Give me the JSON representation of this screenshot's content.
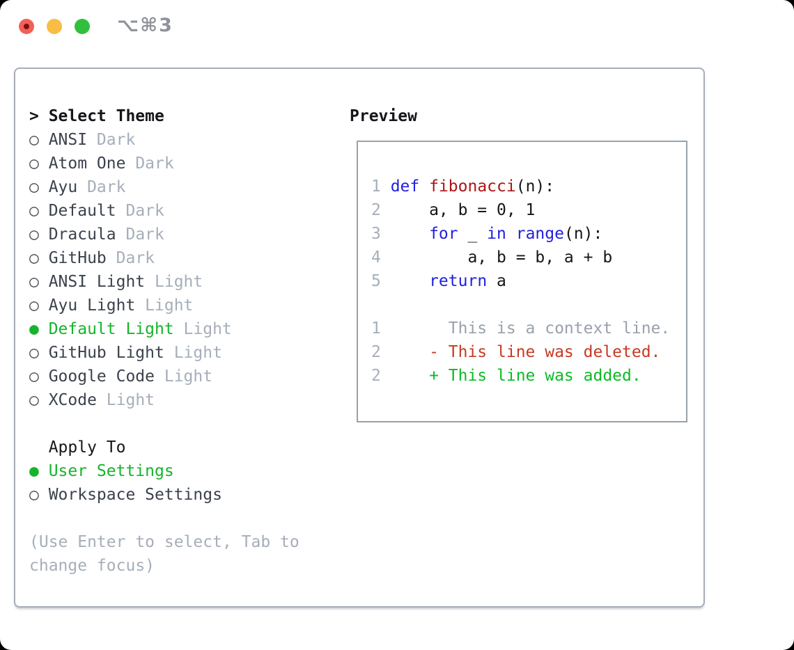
{
  "window": {
    "title": "⌥⌘3"
  },
  "theme_list": {
    "header_marker": ">",
    "header_label": "Select Theme",
    "items": [
      {
        "name": "ANSI",
        "tag": "Dark",
        "selected": false
      },
      {
        "name": "Atom One",
        "tag": "Dark",
        "selected": false
      },
      {
        "name": "Ayu",
        "tag": "Dark",
        "selected": false
      },
      {
        "name": "Default",
        "tag": "Dark",
        "selected": false
      },
      {
        "name": "Dracula",
        "tag": "Dark",
        "selected": false
      },
      {
        "name": "GitHub",
        "tag": "Dark",
        "selected": false
      },
      {
        "name": "ANSI Light",
        "tag": "Light",
        "selected": false
      },
      {
        "name": "Ayu Light",
        "tag": "Light",
        "selected": false
      },
      {
        "name": "Default Light",
        "tag": "Light",
        "selected": true
      },
      {
        "name": "GitHub Light",
        "tag": "Light",
        "selected": false
      },
      {
        "name": "Google Code",
        "tag": "Light",
        "selected": false
      },
      {
        "name": "XCode",
        "tag": "Light",
        "selected": false
      }
    ]
  },
  "apply_to": {
    "label": "Apply To",
    "options": [
      {
        "name": "User Settings",
        "selected": true
      },
      {
        "name": "Workspace Settings",
        "selected": false
      }
    ]
  },
  "hint": {
    "line1": "(Use Enter to select, Tab to",
    "line2": "change focus)"
  },
  "preview": {
    "label": "Preview",
    "lines": [
      {
        "num": "1",
        "segs": [
          [
            "kw",
            "def"
          ],
          [
            "pl",
            " "
          ],
          [
            "fn",
            "fibonacci"
          ],
          [
            "pl",
            "(n):"
          ]
        ]
      },
      {
        "num": "2",
        "segs": [
          [
            "pl",
            "    a, b = 0, 1"
          ]
        ]
      },
      {
        "num": "3",
        "segs": [
          [
            "pl",
            "    "
          ],
          [
            "kw",
            "for"
          ],
          [
            "pl",
            " _ "
          ],
          [
            "kw",
            "in"
          ],
          [
            "pl",
            " "
          ],
          [
            "kw",
            "range"
          ],
          [
            "pl",
            "(n):"
          ]
        ]
      },
      {
        "num": "4",
        "segs": [
          [
            "pl",
            "        a, b = b, a + b"
          ]
        ]
      },
      {
        "num": "5",
        "segs": [
          [
            "pl",
            "    "
          ],
          [
            "kw",
            "return"
          ],
          [
            "pl",
            " a"
          ]
        ]
      },
      {
        "num": "",
        "segs": []
      },
      {
        "num": "1",
        "segs": [
          [
            "ctx",
            "      This is a context line."
          ]
        ]
      },
      {
        "num": "2",
        "segs": [
          [
            "del",
            "    - This line was deleted."
          ]
        ]
      },
      {
        "num": "2",
        "segs": [
          [
            "add",
            "    + This line was added."
          ]
        ]
      }
    ]
  },
  "colors": {
    "accent_green": "#15b42c",
    "keyword_blue": "#2121df",
    "function_red": "#ac1414",
    "deleted_red": "#c63a21",
    "added_green": "#0cbb25",
    "context_gray": "#99a1ac",
    "muted_gray": "#a6aeba",
    "text_dark": "#141619",
    "name_gray": "#3c424c",
    "circle_gray": "#474d56",
    "panel_border": "#a7aeb9",
    "box_border": "#99a1ac",
    "title_gray": "#8e939b",
    "tl_red": "#f2605a",
    "tl_red_dot": "#800f08",
    "tl_yellow": "#f8bd45",
    "tl_green": "#31c03d"
  }
}
